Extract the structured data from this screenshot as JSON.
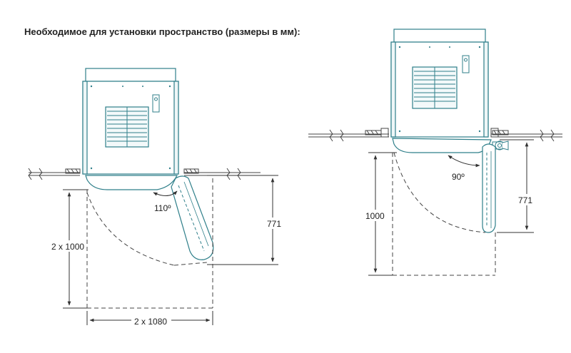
{
  "heading": "Необходимое для установки пространство (размеры в мм):",
  "colors": {
    "unit_outline": "#2f7f8a",
    "dimension": "#333333",
    "wall_hatch": "#444444",
    "label": "#222222"
  },
  "left_view": {
    "angle_label": "110º",
    "door_depth_label": "771",
    "total_depth_label": "2 x 1000",
    "total_width_label": "2 x 1080"
  },
  "right_view": {
    "angle_label": "90º",
    "door_depth_label": "771",
    "total_depth_label": "1000"
  }
}
